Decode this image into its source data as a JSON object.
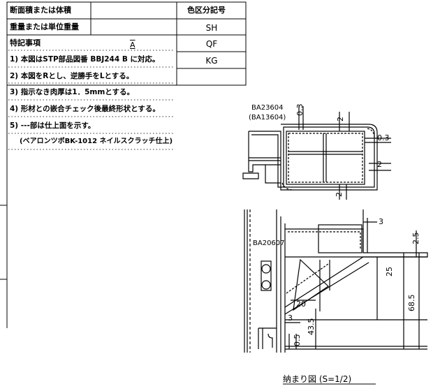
{
  "table": {
    "header_left_1": "断面積または体積",
    "header_right": "色区分記号",
    "header_left_2": "重量または単位重量",
    "notes_title": "特記事項",
    "revision_mark": "A",
    "color_codes": [
      "SH",
      "QF",
      "KG"
    ],
    "notes": [
      "1) 本図はSTP部品図番 BBJ244 B に対応。",
      "2) 本図をRとし、逆勝手をLとする。",
      "3) 指示なき肉厚は1．5mmとする。",
      "4) 形材との嵌合チェック後最終形状とする。",
      "5) ---部は仕上面を示す。",
      "(ベアロンツボBK-1012 ネイルスクラッチ仕上)"
    ]
  },
  "drawing": {
    "part_label_top": "BA23604",
    "part_label_top_alt": "(BA13604)",
    "part_label_bottom": "BA20607",
    "dims_top": [
      "0.3",
      "2",
      "0.3",
      "2",
      "2"
    ],
    "dims_bottom": [
      "3",
      "2.5",
      "25",
      "68.5",
      "20",
      "3",
      "43.5",
      "0.5"
    ],
    "caption": "納まり図 (S=1/2)"
  }
}
